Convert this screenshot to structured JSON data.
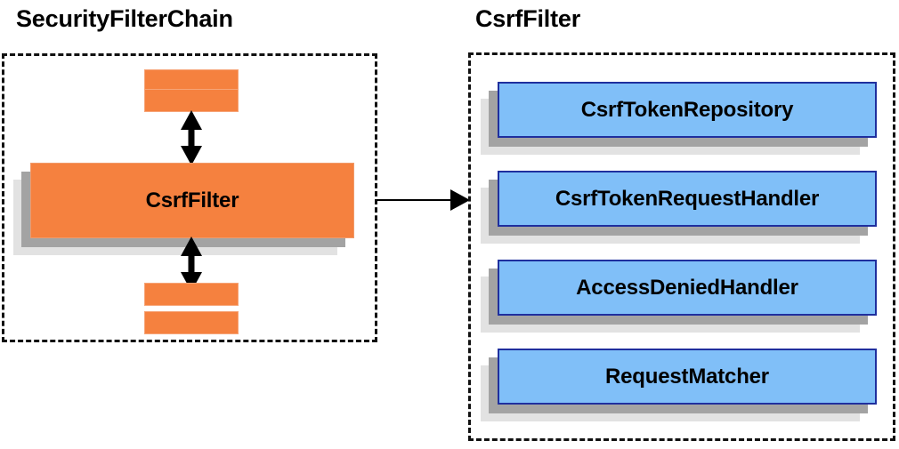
{
  "diagram": {
    "title_left": "SecurityFilterChain",
    "title_right": "CsrfFilter",
    "colors": {
      "orange_fill": "#F5813F",
      "orange_border": "#F6A477",
      "blue_fill": "#80BFF8",
      "blue_border": "#1F2F9E",
      "shadow_near": "#A3A3A3",
      "shadow_far": "#E2E2E2",
      "outline": "#111111",
      "arrow": "#000000",
      "background": "#FFFFFF"
    },
    "left_panel": {
      "name": "SecurityFilterChain",
      "top_bars": [
        "",
        ""
      ],
      "highlight_node": "CsrfFilter",
      "bottom_bars": [
        "",
        ""
      ],
      "arrow_up_label": "",
      "arrow_down_label": ""
    },
    "right_panel": {
      "name": "CsrfFilter",
      "collaborators": [
        {
          "label": "CsrfTokenRepository"
        },
        {
          "label": "CsrfTokenRequestHandler"
        },
        {
          "label": "AccessDeniedHandler"
        },
        {
          "label": "RequestMatcher"
        }
      ]
    },
    "connector": {
      "from": "SecurityFilterChain",
      "to": "CsrfFilter",
      "label": "",
      "direction": "right"
    }
  }
}
